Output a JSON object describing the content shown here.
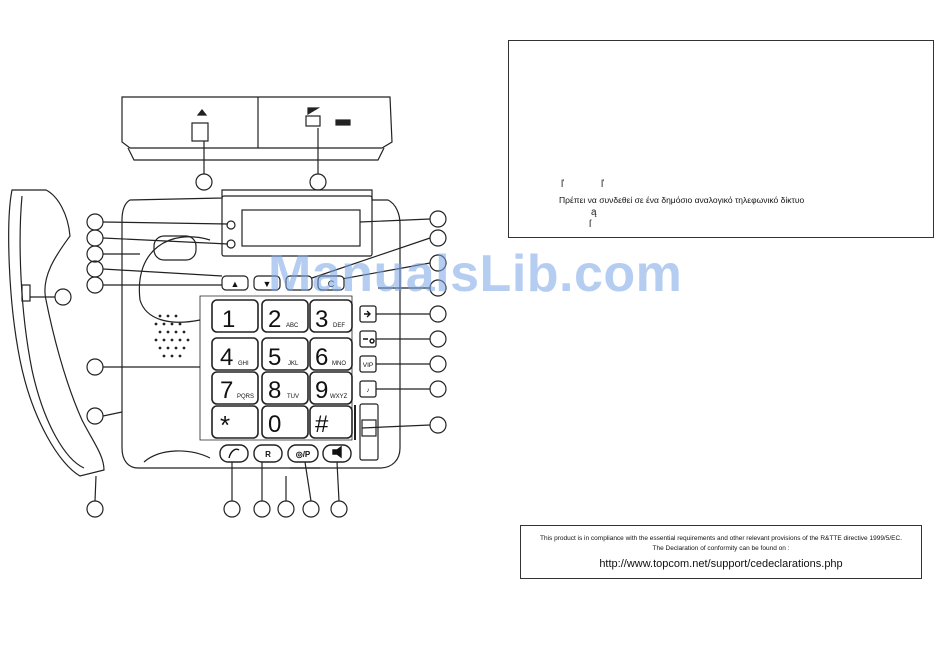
{
  "watermark": "ManualsLib.com",
  "keypad": [
    {
      "digit": "1",
      "letters": ""
    },
    {
      "digit": "2",
      "letters": "ABC"
    },
    {
      "digit": "3",
      "letters": "DEF"
    },
    {
      "digit": "4",
      "letters": "GHI"
    },
    {
      "digit": "5",
      "letters": "JKL"
    },
    {
      "digit": "6",
      "letters": "MNO"
    },
    {
      "digit": "7",
      "letters": "PQRS"
    },
    {
      "digit": "8",
      "letters": "TUV"
    },
    {
      "digit": "9",
      "letters": "WXYZ"
    },
    {
      "digit": "*",
      "letters": ""
    },
    {
      "digit": "0",
      "letters": ""
    },
    {
      "digit": "#",
      "letters": ""
    }
  ],
  "side_keys": [
    "",
    "",
    "VIP",
    "♪"
  ],
  "bottom_keys": [
    "",
    "R",
    "◎/P",
    ""
  ],
  "nav_keys": [
    "▲",
    "▼",
    "",
    "C"
  ],
  "notice": {
    "glyph_a": "ľ",
    "glyph_b": "ľ",
    "greek_text": "Πρέπει να συνδεθεί σε ένα δημόσιο αναλογικό τηλεφωνικό δίκτυο",
    "glyph_c": "ą",
    "glyph_d": "ſ"
  },
  "compliance": {
    "line1": "This product is in compliance with the essential requirements and other relevant provisions of the R&TTE directive 1999/5/EC.",
    "line2": "The Declaration of conformity can be found on :",
    "url": "http://www.topcom.net/support/cedeclarations.php"
  }
}
